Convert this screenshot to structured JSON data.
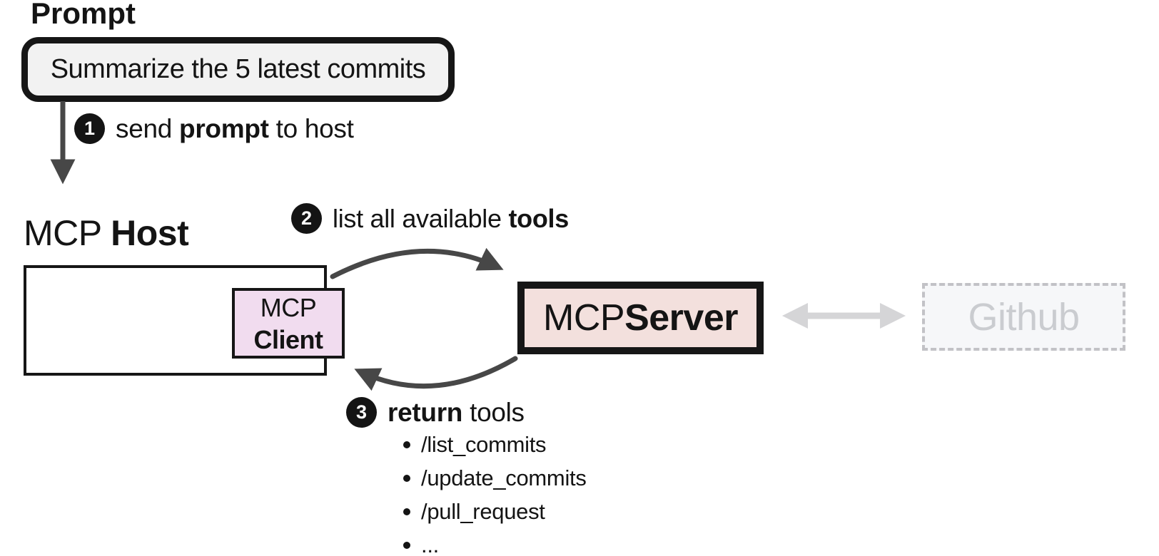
{
  "colors": {
    "arrow_dark": "#474747",
    "gray_arrow": "#d5d5d7",
    "prompt_fill": "#f2f2f2",
    "client_fill": "#f1dcef",
    "server_fill": "#f3e0dd",
    "github_fill": "#f6f7f9",
    "github_border": "#c2c2c6",
    "github_text": "#caccd0",
    "badge_bg": "#141414",
    "badge_text": "#ffffff"
  },
  "diagram": {
    "prompt": {
      "heading": "Prompt",
      "text": "Summarize the 5 latest commits"
    },
    "steps": {
      "one": {
        "num": "1",
        "plain_before": "send ",
        "bold": "prompt",
        "plain_after": " to host"
      },
      "two": {
        "num": "2",
        "plain_before": "list all available ",
        "bold": "tools",
        "plain_after": ""
      },
      "three": {
        "num": "3",
        "plain_before": "",
        "bold": "return",
        "plain_after": " tools"
      }
    },
    "host": {
      "plain": "MCP ",
      "bold": "Host"
    },
    "client": {
      "line1": "MCP",
      "line2": "Client"
    },
    "server": {
      "plain": "MCP ",
      "bold": "Server"
    },
    "github": {
      "label": "Github"
    },
    "tools": [
      "/list_commits",
      "/update_commits",
      "/pull_request",
      "..."
    ]
  }
}
